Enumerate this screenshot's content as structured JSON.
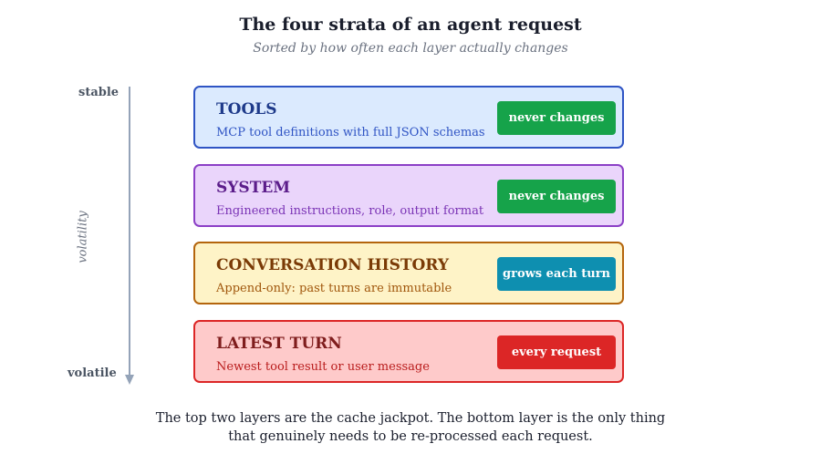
{
  "title": "The four strata of an agent request",
  "subtitle": "Sorted by how often each layer actually changes",
  "axis": {
    "top_label": "stable",
    "bottom_label": "volatile",
    "caption": "volatility"
  },
  "layers": [
    {
      "name": "TOOLS",
      "description": "MCP tool definitions with full JSON schemas",
      "badge": "never changes",
      "fill": "#dbeafe",
      "border": "#2f54c4",
      "name_color": "#1e3a8a",
      "desc_color": "#2f54c4",
      "badge_color": "#16a34a"
    },
    {
      "name": "SYSTEM",
      "description": "Engineered instructions, role, output format",
      "badge": "never changes",
      "fill": "#ead5fb",
      "border": "#8b3fc6",
      "name_color": "#5b1d8a",
      "desc_color": "#7a33b5",
      "badge_color": "#16a34a"
    },
    {
      "name": "CONVERSATION HISTORY",
      "description": "Append-only: past turns are immutable",
      "badge": "grows each turn",
      "fill": "#fef3c7",
      "border": "#b4650d",
      "name_color": "#7a3a06",
      "desc_color": "#a0560c",
      "badge_color": "#0e8fb0"
    },
    {
      "name": "LATEST TURN",
      "description": "Newest tool result or user message",
      "badge": "every request",
      "fill": "#fecaca",
      "border": "#dc2626",
      "name_color": "#7f1d1d",
      "desc_color": "#b91c1c",
      "badge_color": "#dc2626"
    }
  ],
  "footer": {
    "line1": "The top two layers are the cache jackpot. The bottom layer is the only thing",
    "line2": "that genuinely needs to be re-processed each request."
  }
}
